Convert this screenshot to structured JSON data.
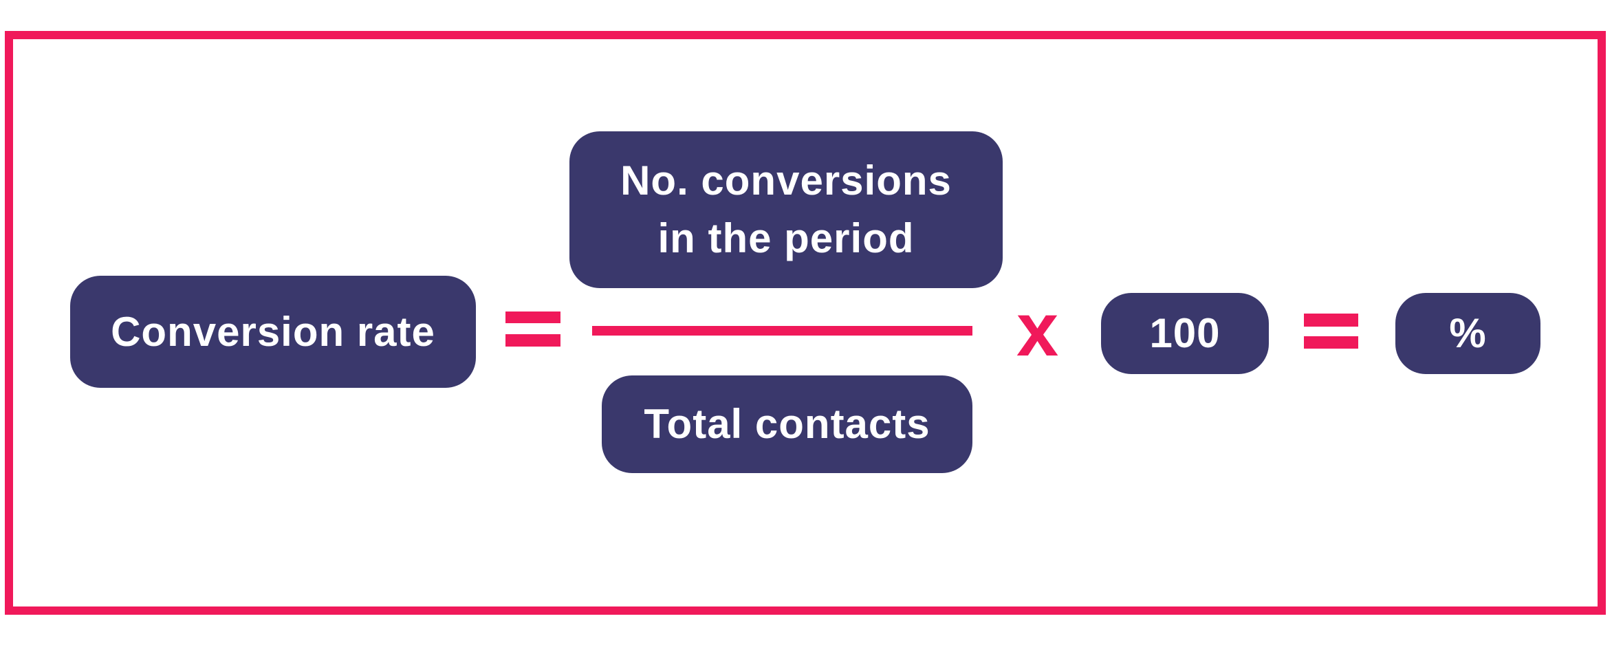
{
  "formula": {
    "result_label": "Conversion rate",
    "numerator": "No. conversions in the period",
    "denominator": "Total contacts",
    "operator_multiply": "x",
    "multiplier": "100",
    "unit": "%"
  },
  "colors": {
    "accent": "#f0195a",
    "box": "#3a386c"
  }
}
